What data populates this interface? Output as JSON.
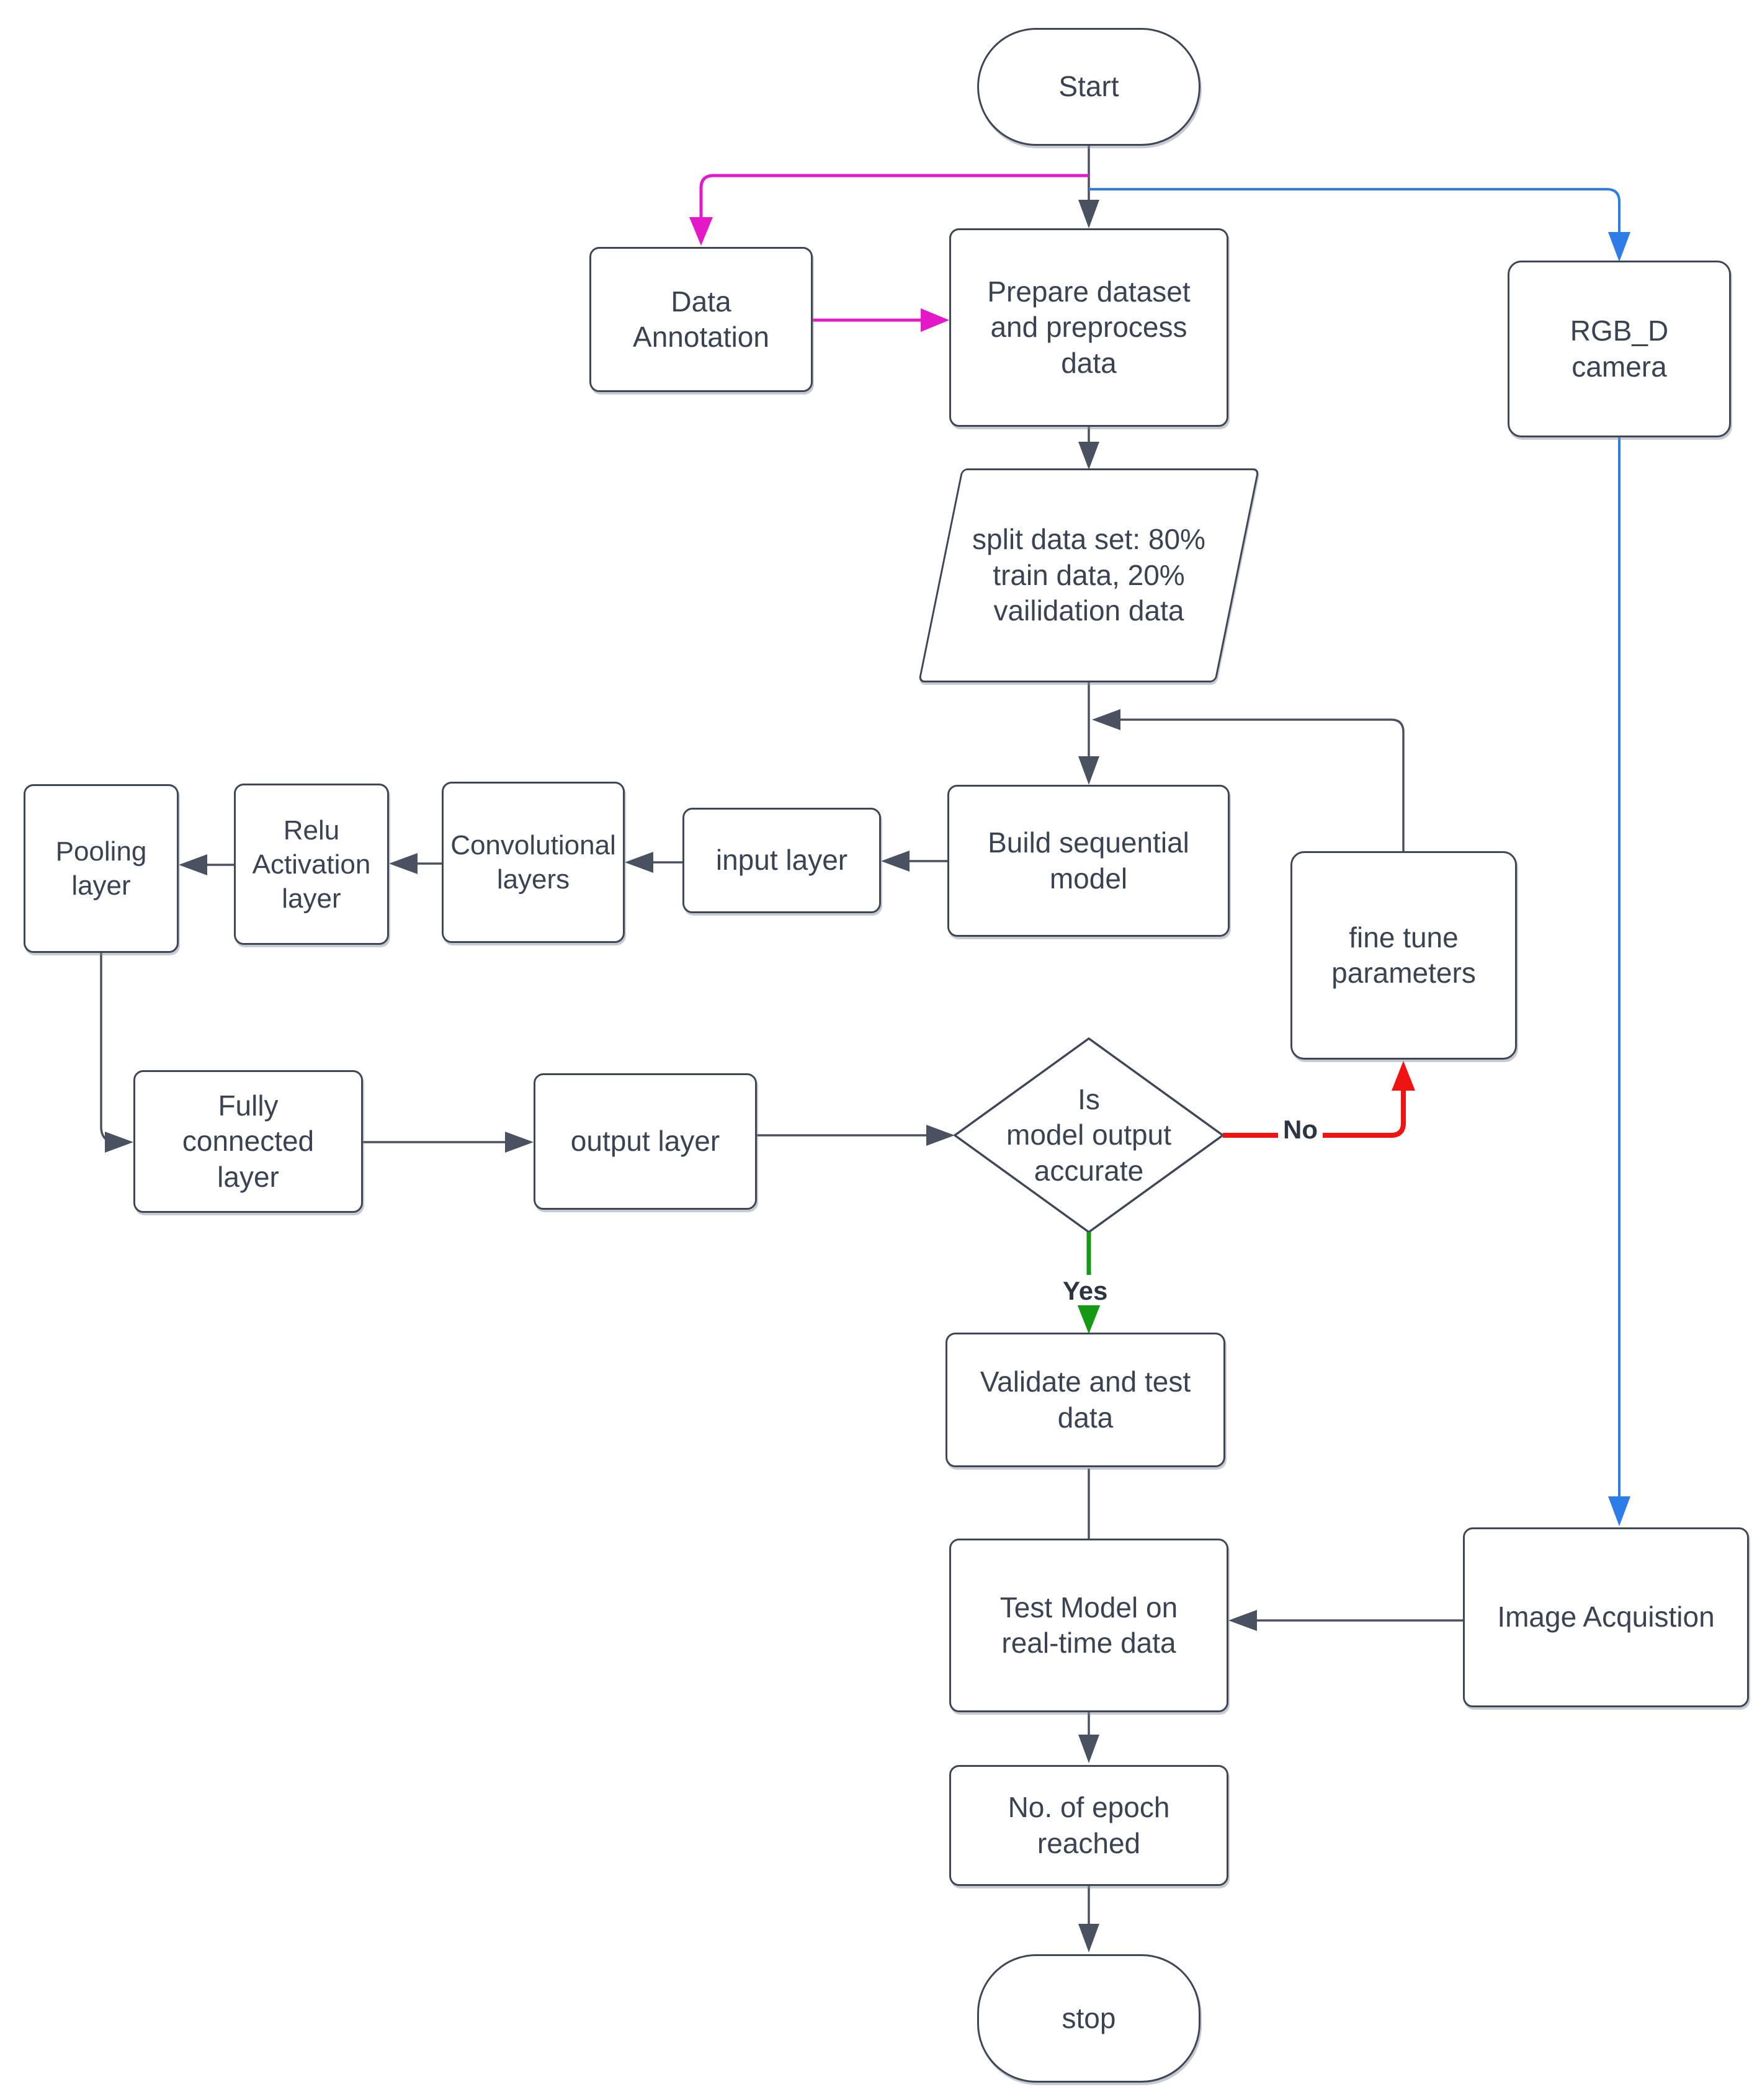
{
  "diagram": {
    "nodes": {
      "start": {
        "label": "Start",
        "shape": "terminator"
      },
      "data_annotation": {
        "label": "Data\nAnnotation",
        "shape": "process"
      },
      "prepare": {
        "label": "Prepare dataset\nand preprocess\ndata",
        "shape": "process"
      },
      "rgbd_camera": {
        "label": "RGB_D\ncamera",
        "shape": "process"
      },
      "split_data": {
        "label": "split data set: 80%\ntrain data, 20%\nvailidation data",
        "shape": "parallelogram"
      },
      "build_model": {
        "label": "Build sequential\nmodel",
        "shape": "process"
      },
      "input_layer": {
        "label": "input layer",
        "shape": "process"
      },
      "conv_layers": {
        "label": "Convolutional\nlayers",
        "shape": "process"
      },
      "relu_layer": {
        "label": "Relu\nActivation\nlayer",
        "shape": "process"
      },
      "pooling_layer": {
        "label": "Pooling\nlayer",
        "shape": "process"
      },
      "fine_tune": {
        "label": "fine tune\nparameters",
        "shape": "process"
      },
      "decision": {
        "label": "Is\nmodel output\naccurate",
        "shape": "decision"
      },
      "fully_connected": {
        "label": "Fully\nconnected\nlayer",
        "shape": "process"
      },
      "output_layer": {
        "label": "output layer",
        "shape": "process"
      },
      "validate": {
        "label": "Validate and test\ndata",
        "shape": "process"
      },
      "test_model": {
        "label": "Test Model on\nreal-time data",
        "shape": "process"
      },
      "image_acquisition": {
        "label": "Image Acquistion",
        "shape": "process"
      },
      "epoch_reached": {
        "label": "No. of epoch\nreached",
        "shape": "process"
      },
      "stop": {
        "label": "stop",
        "shape": "terminator"
      }
    },
    "edge_labels": {
      "no": "No",
      "yes": "Yes"
    },
    "colors": {
      "dark_line": "#4a5160",
      "border": "#3f4656",
      "text": "#3b4352",
      "magenta": "#e518c9",
      "blue": "#2d7ce8",
      "red": "#ef1313",
      "green": "#169a16"
    }
  }
}
